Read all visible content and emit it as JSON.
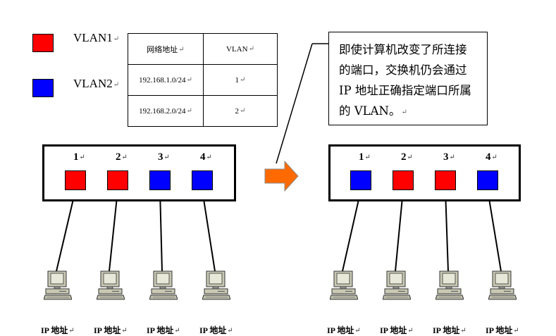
{
  "legend": [
    {
      "label": "VLAN1",
      "color": "#ff0000"
    },
    {
      "label": "VLAN2",
      "color": "#0000ff"
    }
  ],
  "table": {
    "headers": [
      "网络地址",
      "VLAN"
    ],
    "rows": [
      [
        "192.168.1.0/24",
        "1"
      ],
      [
        "192.168.2.0/24",
        "2"
      ]
    ]
  },
  "note": {
    "lines": [
      "即使计算机改变了所连接",
      "的端口，交换机仍会通过",
      "IP  地址正确指定端口所属",
      "的 VLAN。"
    ]
  },
  "before_switch": {
    "ports": [
      {
        "number": "1",
        "color": "#ff0000"
      },
      {
        "number": "2",
        "color": "#ff0000"
      },
      {
        "number": "3",
        "color": "#0000ff"
      },
      {
        "number": "4",
        "color": "#0000ff"
      }
    ]
  },
  "after_switch": {
    "ports": [
      {
        "number": "1",
        "color": "#0000ff"
      },
      {
        "number": "2",
        "color": "#ff0000"
      },
      {
        "number": "3",
        "color": "#ff0000"
      },
      {
        "number": "4",
        "color": "#0000ff"
      }
    ]
  },
  "pc_label": "IP 地址",
  "paragraph_mark": "↵",
  "colors": {
    "arrow": "#ff6a00",
    "pc_body": "#c9c9b4",
    "pc_screen": "#e8e8d8"
  }
}
